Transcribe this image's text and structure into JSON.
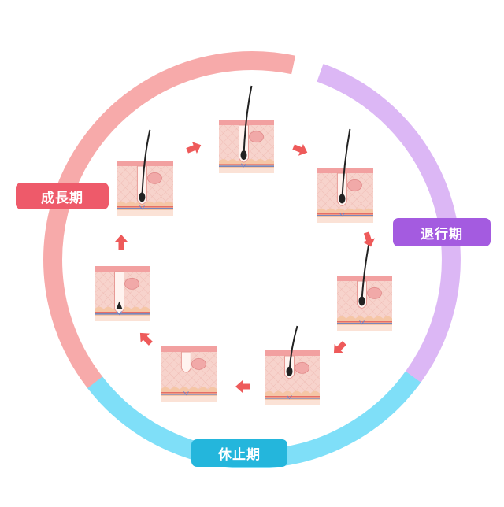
{
  "phases": {
    "growth": {
      "label": "成長期",
      "color": "#f7aaaa",
      "label_color": "#ee5a6a"
    },
    "regress": {
      "label": "退行期",
      "color": "#dcb7f5",
      "label_color": "#a45be0"
    },
    "rest": {
      "label": "休止期",
      "color": "#7fdff8",
      "label_color": "#24b6dc"
    }
  },
  "colors": {
    "arrow": "#ee5a5a",
    "skin_top": "#f2a0a0",
    "skin_body": "#f7d3cc",
    "skin_fat": "#f5c6a6",
    "hair": "#222222",
    "vessel_red": "#e05050",
    "vessel_blue": "#5070c0"
  },
  "icons": [
    "arrow-icon",
    "hair-follicle-icon"
  ]
}
